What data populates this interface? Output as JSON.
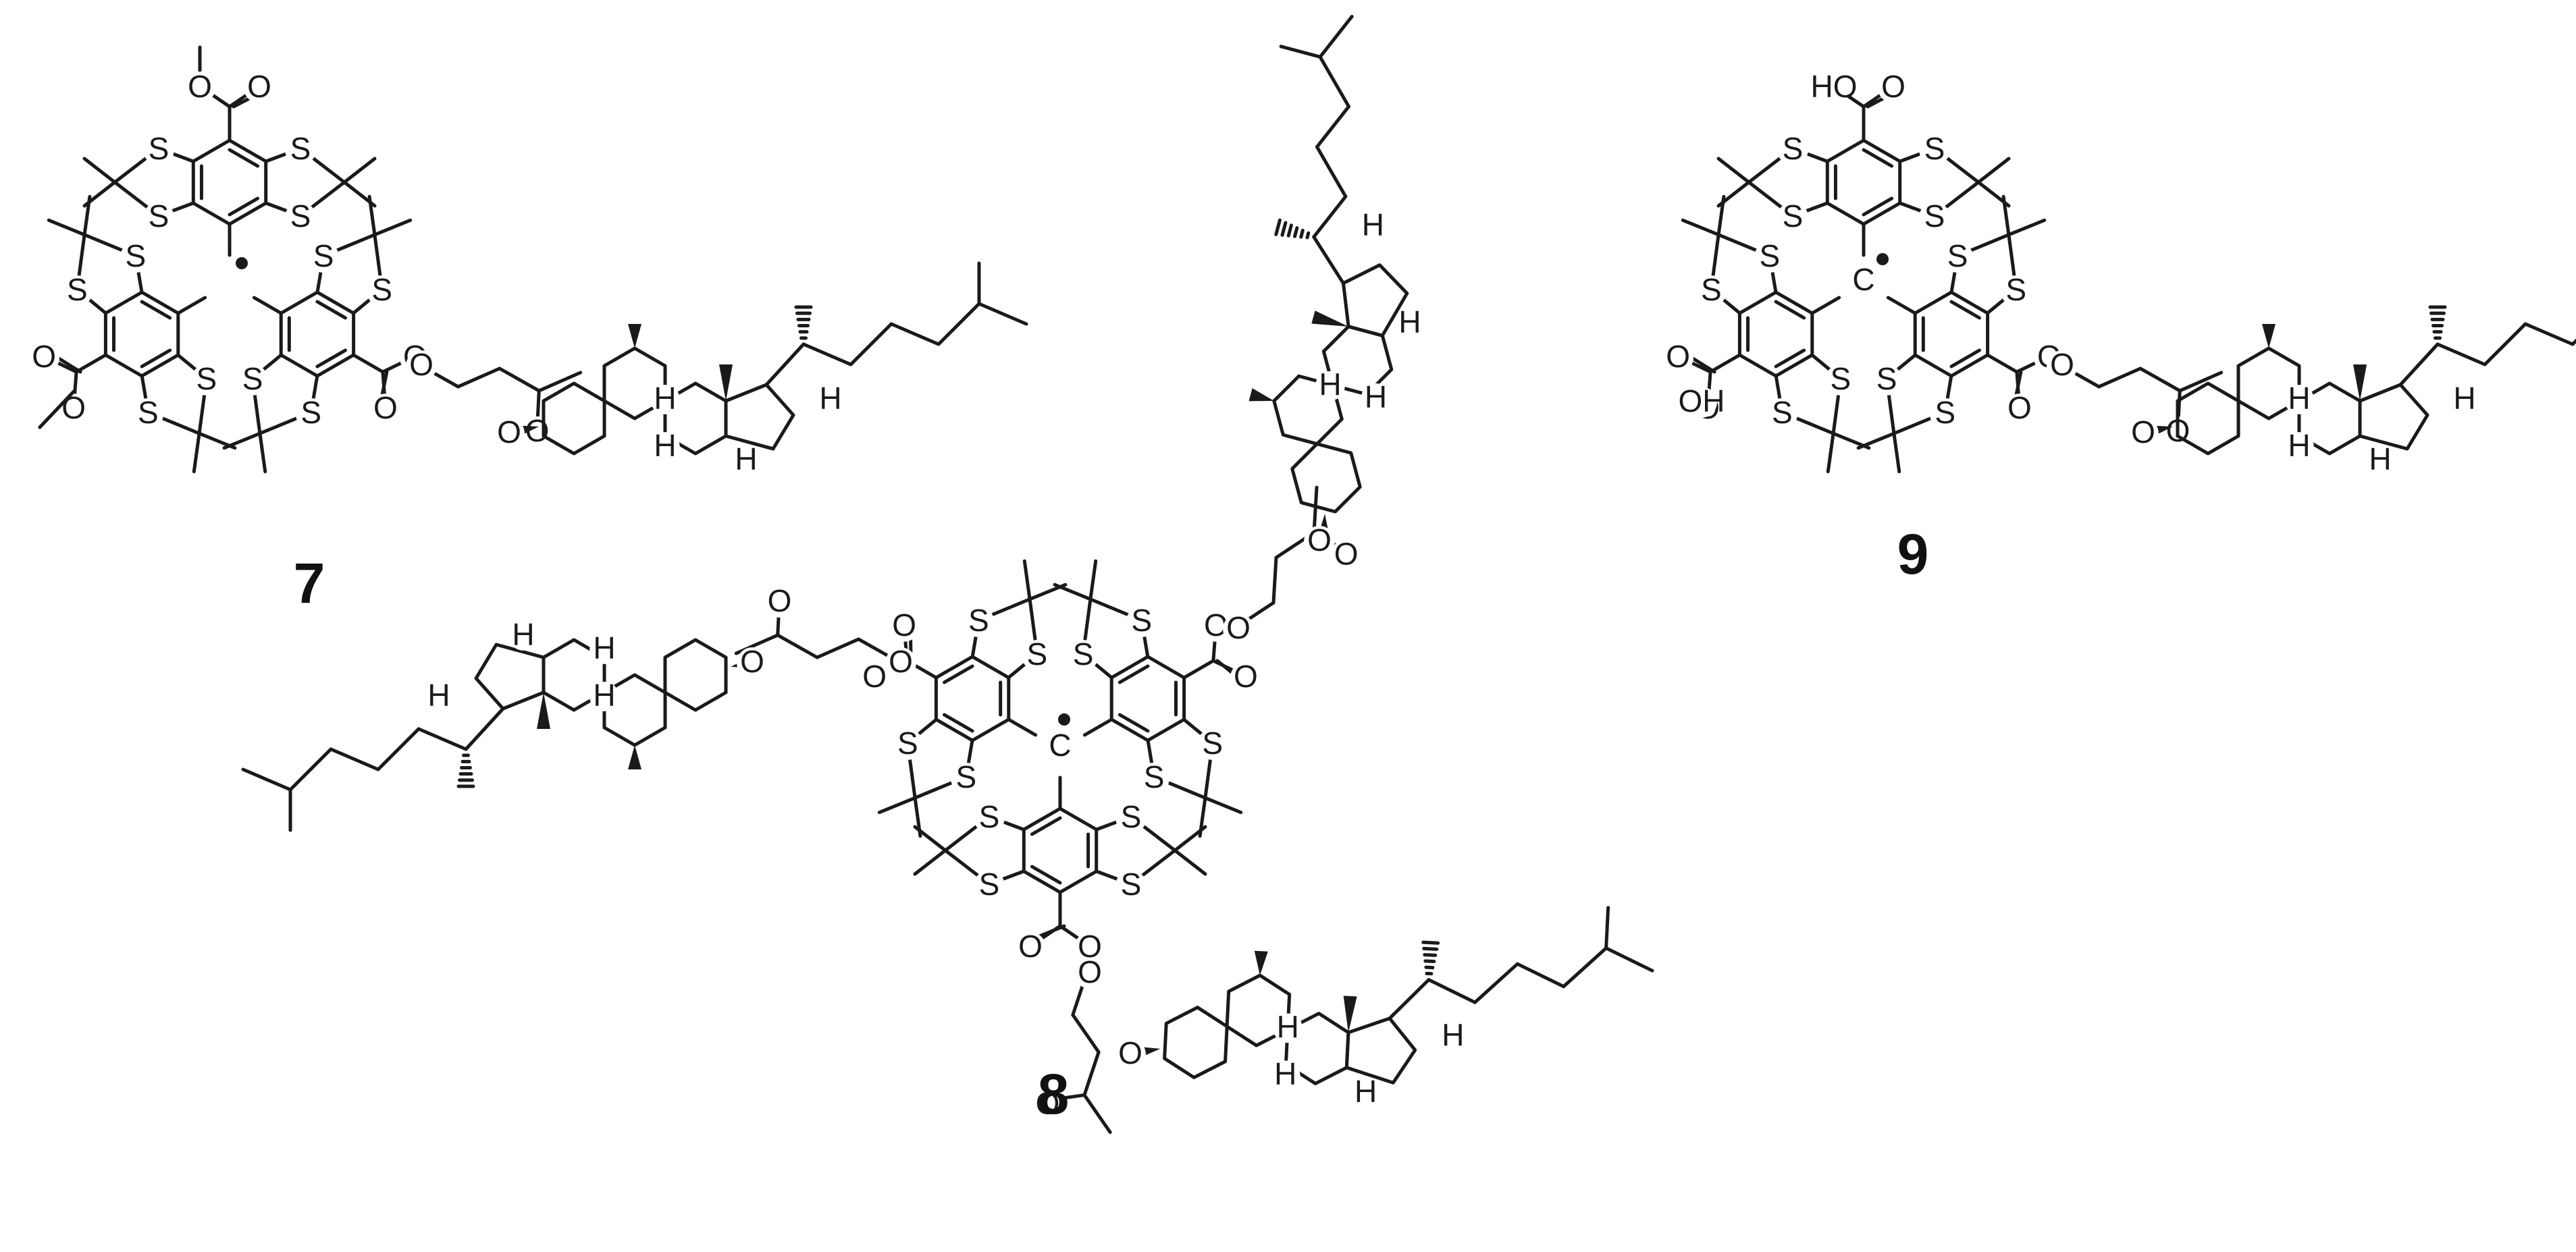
{
  "figure": {
    "compounds": [
      {
        "id": "cmpd-7",
        "label": "7",
        "radical_center": "•",
        "substituent_a": "CO2Me",
        "substituent_b": "CO2Me",
        "ester_label": "O"
      },
      {
        "id": "cmpd-8",
        "label": "8",
        "radical_center": "C•"
      },
      {
        "id": "cmpd-9",
        "label": "9",
        "radical_center": "C•",
        "acid_top": "HO",
        "acid_left": "OH"
      }
    ],
    "atom_labels": {
      "sulfur": "S",
      "oxygen": "O",
      "hydrogen": "H",
      "carbon": "C"
    },
    "colors": {
      "ink": "#1a1a1a",
      "background": "#ffffff"
    }
  }
}
